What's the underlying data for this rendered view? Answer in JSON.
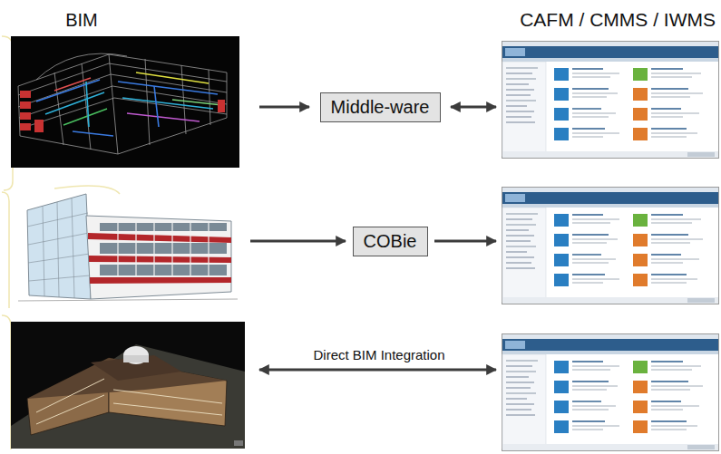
{
  "diagram": {
    "nodes": [
      {
        "text": [
          "Middle-ware"
        ]
      },
      {
        "text": [
          "COBie"
        ]
      }
    ],
    "labels": [
      "BIM",
      "CAFM / CMMS / IWMS",
      "Direct BIM Integration"
    ]
  }
}
